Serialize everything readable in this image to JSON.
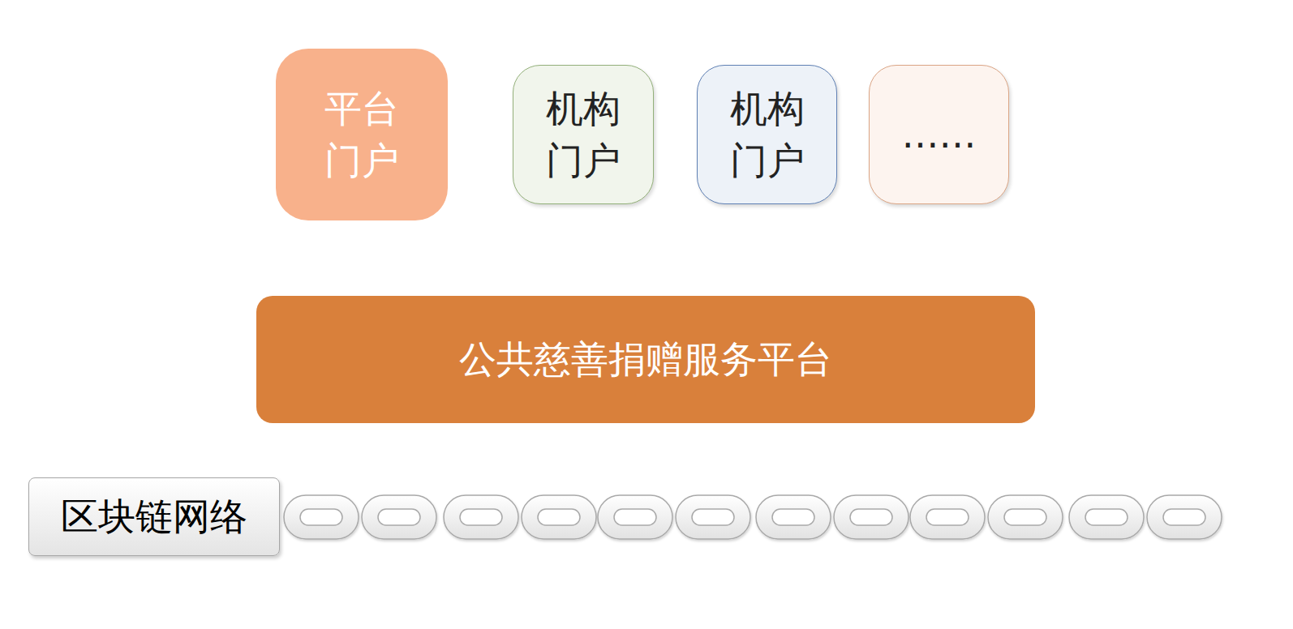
{
  "diagram": {
    "nodes": [
      {
        "text": [
          "平台 门户"
        ]
      },
      {
        "text": [
          "机构 门户"
        ]
      },
      {
        "text": [
          "机构 门户"
        ]
      },
      {
        "text": [
          "……"
        ]
      },
      {
        "text": [
          "公共慈善捐赠服务平台"
        ]
      },
      {
        "text": [
          "区块链网络"
        ]
      }
    ]
  }
}
